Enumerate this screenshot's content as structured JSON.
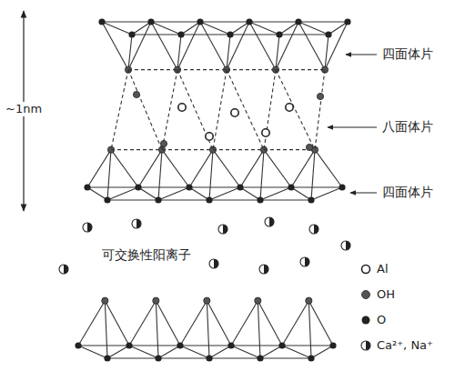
{
  "diagram": {
    "labels": [
      "~1nm",
      "四面体片",
      "八面体片",
      "四面体片",
      "可交换性阳离子"
    ],
    "legend": [
      {
        "text": "Al"
      },
      {
        "text": "OH"
      },
      {
        "text": "O"
      },
      {
        "text": "Ca²⁺, Na⁺"
      }
    ]
  }
}
